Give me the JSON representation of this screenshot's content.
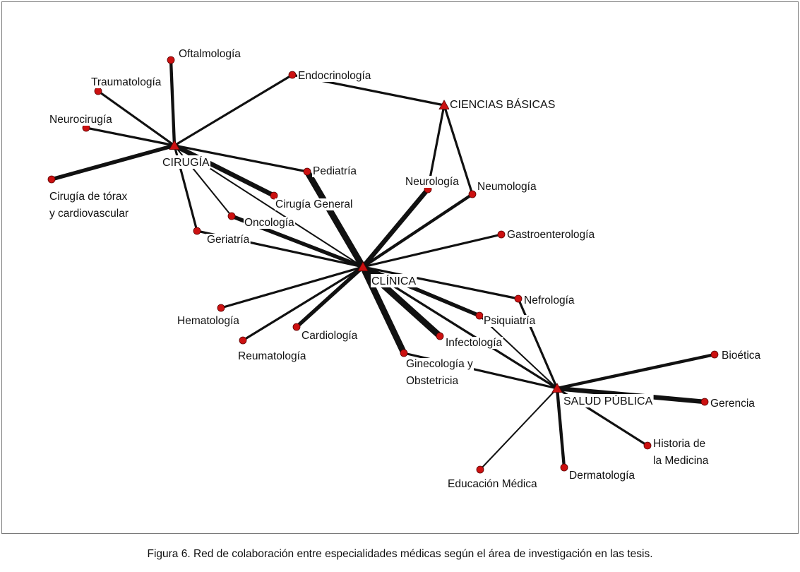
{
  "figure": {
    "caption": "Figura 6. Red de colaboración entre especialidades médicas según el área de investigación en las tesis."
  },
  "colors": {
    "node": "#cc1111",
    "edge": "#111111",
    "border": "#7a7a7a"
  },
  "hubs": [
    {
      "id": "cirugia",
      "label": "CIRUGÍA"
    },
    {
      "id": "clinica",
      "label": "CLÍNICA"
    },
    {
      "id": "ciencias",
      "label": "CIENCIAS BÁSICAS"
    },
    {
      "id": "salud",
      "label": "SALUD PÚBLICA"
    }
  ],
  "nodes": [
    {
      "id": "oftalmologia",
      "lines": [
        "Oftalmología"
      ]
    },
    {
      "id": "traumatologia",
      "lines": [
        "Traumatología"
      ]
    },
    {
      "id": "endocrinologia",
      "lines": [
        "Endocrinología"
      ]
    },
    {
      "id": "neurocirugia",
      "lines": [
        "Neurocirugía"
      ]
    },
    {
      "id": "cirugia_torax",
      "lines": [
        "Cirugía de tórax",
        "y cardiovascular"
      ]
    },
    {
      "id": "pediatria",
      "lines": [
        "Pediatría"
      ]
    },
    {
      "id": "cirugia_general",
      "lines": [
        "Cirugía General"
      ]
    },
    {
      "id": "oncologia",
      "lines": [
        "Oncología"
      ]
    },
    {
      "id": "geriatria",
      "lines": [
        "Geriatría"
      ]
    },
    {
      "id": "neurologia",
      "lines": [
        "Neurología"
      ]
    },
    {
      "id": "neumologia",
      "lines": [
        "Neumología"
      ]
    },
    {
      "id": "gastroenterologia",
      "lines": [
        "Gastroenterología"
      ]
    },
    {
      "id": "nefrologia",
      "lines": [
        "Nefrología"
      ]
    },
    {
      "id": "psiquiatria",
      "lines": [
        "Psiquiatría"
      ]
    },
    {
      "id": "infectologia",
      "lines": [
        "Infectología"
      ]
    },
    {
      "id": "ginecologia",
      "lines": [
        "Ginecología y",
        "Obstetricia"
      ]
    },
    {
      "id": "hematologia",
      "lines": [
        "Hematología"
      ]
    },
    {
      "id": "reumatologia",
      "lines": [
        "Reumatología"
      ]
    },
    {
      "id": "cardiologia",
      "lines": [
        "Cardiología"
      ]
    },
    {
      "id": "bioetica",
      "lines": [
        "Bioética"
      ]
    },
    {
      "id": "gerencia",
      "lines": [
        "Gerencia"
      ]
    },
    {
      "id": "historia",
      "lines": [
        "Historia de",
        "la Medicina"
      ]
    },
    {
      "id": "dermatologia",
      "lines": [
        "Dermatología"
      ]
    },
    {
      "id": "educacion",
      "lines": [
        "Educación Médica"
      ]
    }
  ],
  "edges": [
    {
      "from": "cirugia",
      "to": "oftalmologia",
      "weight": 3
    },
    {
      "from": "cirugia",
      "to": "traumatologia",
      "weight": 2
    },
    {
      "from": "cirugia",
      "to": "neurocirugia",
      "weight": 2
    },
    {
      "from": "cirugia",
      "to": "endocrinologia",
      "weight": 2
    },
    {
      "from": "cirugia",
      "to": "cirugia_torax",
      "weight": 4
    },
    {
      "from": "cirugia",
      "to": "pediatria",
      "weight": 2
    },
    {
      "from": "cirugia",
      "to": "cirugia_general",
      "weight": 5
    },
    {
      "from": "cirugia",
      "to": "oncologia",
      "weight": 1
    },
    {
      "from": "cirugia",
      "to": "geriatria",
      "weight": 2
    },
    {
      "from": "cirugia",
      "to": "clinica",
      "weight": 1
    },
    {
      "from": "ciencias",
      "to": "endocrinologia",
      "weight": 2
    },
    {
      "from": "ciencias",
      "to": "neurologia",
      "weight": 2
    },
    {
      "from": "ciencias",
      "to": "neumologia",
      "weight": 2
    },
    {
      "from": "clinica",
      "to": "pediatria",
      "weight": 7
    },
    {
      "from": "clinica",
      "to": "neurologia",
      "weight": 5
    },
    {
      "from": "clinica",
      "to": "neumologia",
      "weight": 3
    },
    {
      "from": "clinica",
      "to": "gastroenterologia",
      "weight": 2
    },
    {
      "from": "clinica",
      "to": "oncologia",
      "weight": 4
    },
    {
      "from": "clinica",
      "to": "geriatria",
      "weight": 2
    },
    {
      "from": "clinica",
      "to": "nefrologia",
      "weight": 2
    },
    {
      "from": "clinica",
      "to": "psiquiatria",
      "weight": 4
    },
    {
      "from": "clinica",
      "to": "infectologia",
      "weight": 7
    },
    {
      "from": "clinica",
      "to": "ginecologia",
      "weight": 7
    },
    {
      "from": "clinica",
      "to": "hematologia",
      "weight": 2
    },
    {
      "from": "clinica",
      "to": "reumatologia",
      "weight": 2
    },
    {
      "from": "clinica",
      "to": "cardiologia",
      "weight": 4
    },
    {
      "from": "clinica",
      "to": "salud",
      "weight": 2
    },
    {
      "from": "salud",
      "to": "nefrologia",
      "weight": 2
    },
    {
      "from": "salud",
      "to": "psiquiatria",
      "weight": 1
    },
    {
      "from": "salud",
      "to": "ginecologia",
      "weight": 2
    },
    {
      "from": "salud",
      "to": "bioetica",
      "weight": 3
    },
    {
      "from": "salud",
      "to": "gerencia",
      "weight": 5
    },
    {
      "from": "salud",
      "to": "historia",
      "weight": 2
    },
    {
      "from": "salud",
      "to": "dermatologia",
      "weight": 3
    },
    {
      "from": "salud",
      "to": "educacion",
      "weight": 1
    }
  ]
}
